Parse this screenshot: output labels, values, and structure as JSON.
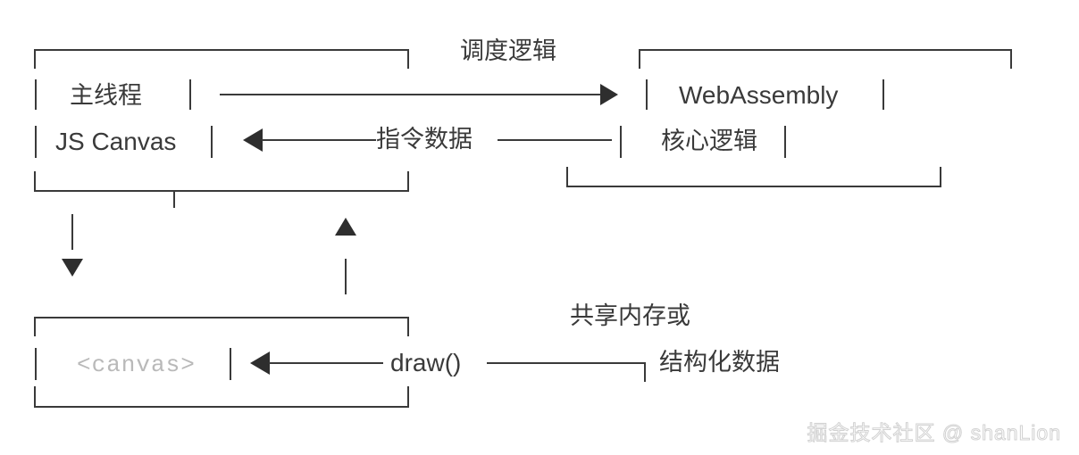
{
  "diagram": {
    "title_hidden": "",
    "nodes": {
      "main_thread": {
        "label": "主线程",
        "pipe_left": "|",
        "pipe_right": "|"
      },
      "js_canvas": {
        "label": "JS Canvas",
        "pipe_left": "|",
        "pipe_right": "|"
      },
      "webassembly": {
        "label": "WebAssembly",
        "pipe_left": "|",
        "pipe_right": "|"
      },
      "core_logic": {
        "label": "核心逻辑",
        "pipe_left": "|",
        "pipe_right": "|"
      },
      "canvas_el": {
        "label": "<canvas>",
        "pipe_left": "|",
        "pipe_right": "|"
      }
    },
    "edge_labels": {
      "schedule_logic": "调度逻辑",
      "instruction_data": "指令数据",
      "draw_call": "draw()",
      "shared_memory_line1": "共享内存或",
      "shared_memory_line2": "结构化数据"
    },
    "colors": {
      "stroke": "#3a3a3a",
      "arrow": "#2e2e2e",
      "canvas_text": "#b9b9b9",
      "background": "#ffffff",
      "watermark": "#d2d2d2"
    }
  },
  "watermark": {
    "text": "掘金技术社区 @ shanLion"
  }
}
